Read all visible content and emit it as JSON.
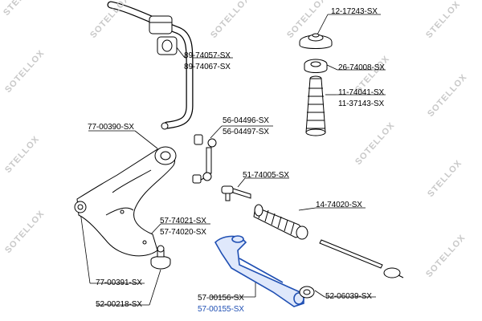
{
  "watermark": {
    "primary": "STELLOX",
    "secondary": "SOTELLOX"
  },
  "colors": {
    "line": "#000000",
    "highlight": "#1f4fb3",
    "highlight_fill": "#dfe8fb",
    "part_fill": "#ffffff",
    "watermark": "#c9c9c9"
  },
  "labels": {
    "top_mount": "12-17243-SX",
    "bushing_1": "89-74057-SX",
    "bushing_2": "89-74067-SX",
    "bearing": "26-74008-SX",
    "boot_1": "11-74041-SX",
    "boot_2": "11-37143-SX",
    "link_1": "56-04496-SX",
    "link_2": "56-04497-SX",
    "arm_bushing": "77-00390-SX",
    "tie_rod_end": "51-74005-SX",
    "rack_boot": "14-74020-SX",
    "ball_joint_1": "57-74021-SX",
    "ball_joint_2": "57-74020-SX",
    "arm_bushing_rear": "77-00391-SX",
    "ball_joint_lower": "52-00218-SX",
    "control_arm_1": "57-00156-SX",
    "control_arm_2": "57-00155-SX",
    "arm_rear_bushing": "52-06039-SX"
  }
}
